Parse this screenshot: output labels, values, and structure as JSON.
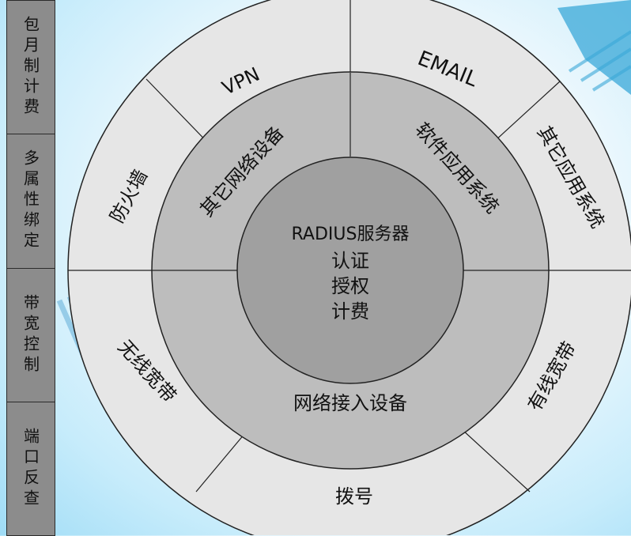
{
  "sidebar": {
    "items": [
      {
        "label": "包月制计费"
      },
      {
        "label": "多属性绑定"
      },
      {
        "label": "带宽控制"
      },
      {
        "label": "端口反查"
      }
    ]
  },
  "diagram": {
    "center": {
      "lines": [
        "RADIUS服务器",
        "认证",
        "授权",
        "计费"
      ]
    },
    "middle_ring": {
      "upper_left": "其它网络设备",
      "upper_right": "软件应用系统",
      "bottom": "网络接入设备"
    },
    "outer_ring": {
      "vpn": "VPN",
      "email": "EMAIL",
      "firewall": "防火墙",
      "other_apps": "其它应用系统",
      "wireless": "无线宽带",
      "wired": "有线宽带",
      "dialup": "拨号"
    }
  },
  "colors": {
    "outer_ring": "#e6e6e6",
    "middle_ring": "#bdbdbd",
    "center": "#a0a0a0",
    "sidebar": "#8c8c8c",
    "stroke": "#222222"
  }
}
